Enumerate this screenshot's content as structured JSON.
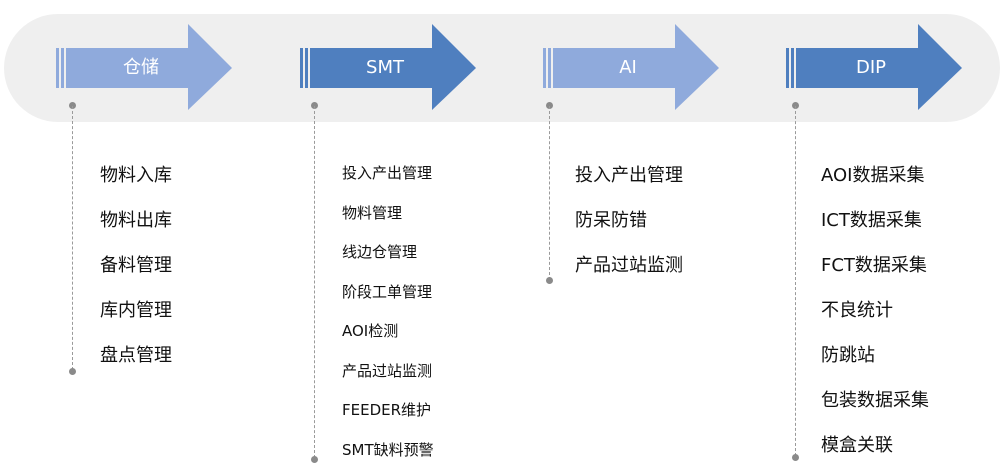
{
  "stages": [
    {
      "label": "仓储",
      "items": [
        "物料入库",
        "物料出库",
        "备料管理",
        "库内管理",
        "盘点管理"
      ]
    },
    {
      "label": "SMT",
      "items": [
        "投入产出管理",
        "物料管理",
        "线边仓管理",
        "阶段工单管理",
        "AOI检测",
        "产品过站监测",
        "FEEDER维护",
        "SMT缺料预警"
      ]
    },
    {
      "label": "AI",
      "items": [
        "投入产出管理",
        "防呆防错",
        "产品过站监测"
      ]
    },
    {
      "label": "DIP",
      "items": [
        "AOI数据采集",
        "ICT数据采集",
        "FCT数据采集",
        "不良统计",
        "防跳站",
        "包装数据采集",
        "模盒关联"
      ]
    }
  ],
  "colors": {
    "band": "#efefef",
    "arrow_light": "#8faadc",
    "arrow_dark": "#4f7fbf",
    "connector": "#9a9a9a",
    "dot": "#8a8a8a",
    "text": "#111111",
    "label_text": "#ffffff"
  }
}
